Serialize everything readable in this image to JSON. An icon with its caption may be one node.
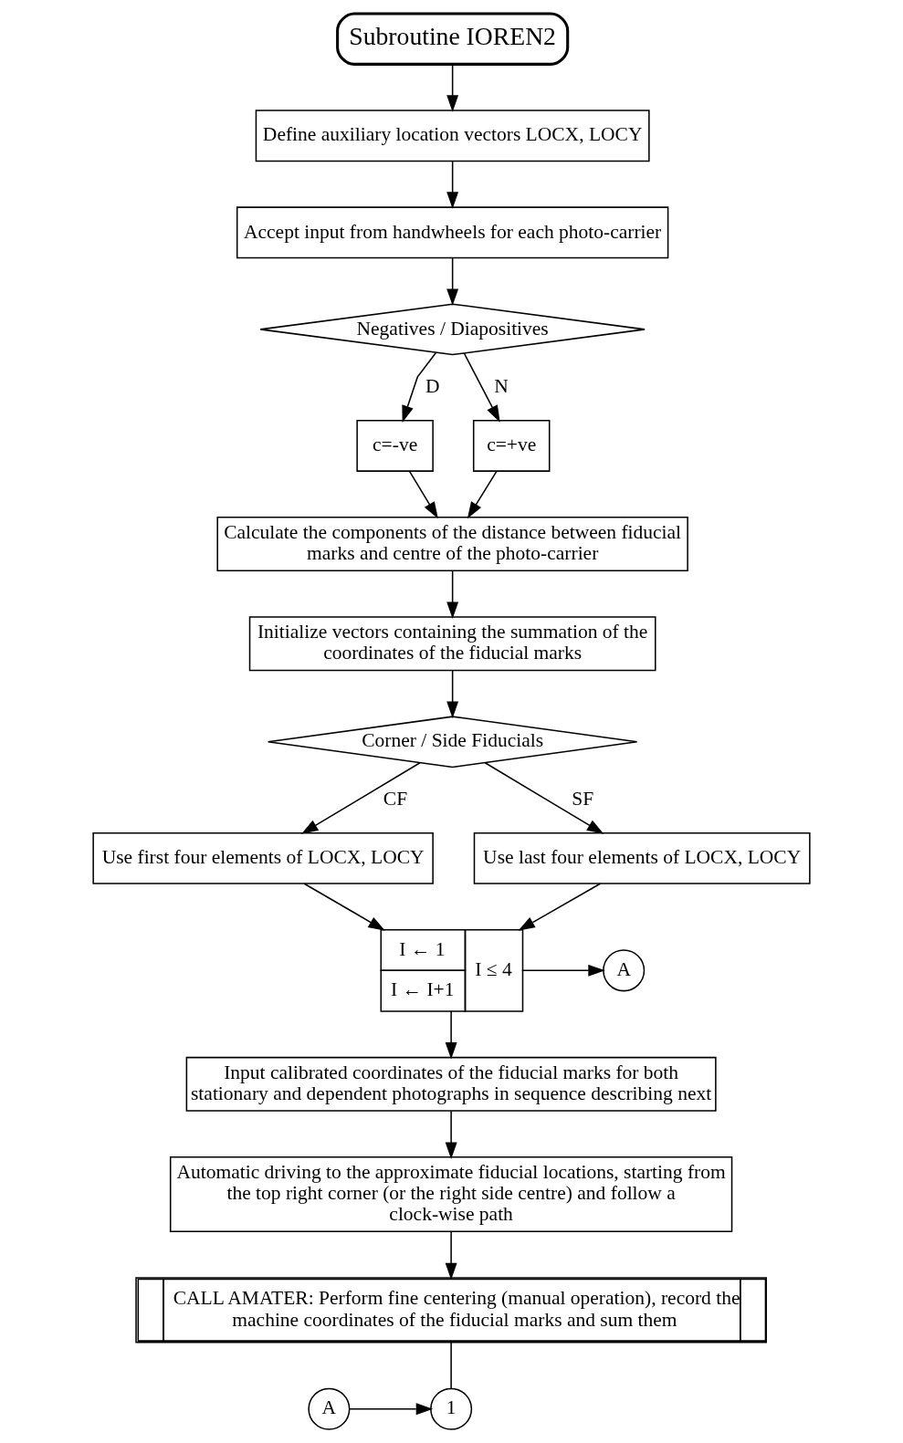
{
  "diagram": {
    "nodes": [
      {
        "text": [
          "Subroutine IOREN2"
        ]
      },
      {
        "text": [
          "Define auxiliary location vectors LOCX, LOCY"
        ]
      },
      {
        "text": [
          "Accept input from handwheels for each photo-carrier"
        ]
      },
      {
        "text": [
          "Negatives / Diapositives"
        ]
      },
      {
        "text": [
          "c=-ve"
        ]
      },
      {
        "text": [
          "c=+ve"
        ]
      },
      {
        "text": [
          "Calculate the components of the distance between fiducial marks and centre of the photo-carrier"
        ]
      },
      {
        "text": [
          "Initialize vectors containing the summation of the coordinates of the fiducial marks"
        ]
      },
      {
        "text": [
          "Corner / Side Fiducials"
        ]
      },
      {
        "text": [
          "Use first four elements of LOCX, LOCY"
        ]
      },
      {
        "text": [
          "Use last four elements of LOCX, LOCY"
        ]
      },
      {
        "text": [
          "I ← 1",
          "I ← I+1",
          "I ≤ 4"
        ]
      },
      {
        "text": [
          "A"
        ]
      },
      {
        "text": [
          "Input calibrated coordinates of the fiducial marks for both stationary and dependent photographs in sequence describing next"
        ]
      },
      {
        "text": [
          "Automatic driving to the approximate fiducial locations, starting from the top right corner (or the right side centre) and follow a clock-wise path"
        ]
      },
      {
        "text": [
          "CALL AMATER: Perform fine centering (manual operation), record the machine coordinates of the fiducial marks and sum them"
        ]
      },
      {
        "text": [
          "A"
        ]
      },
      {
        "text": [
          "1"
        ]
      }
    ],
    "edges": [
      {
        "from": 0,
        "to": 1,
        "arrow": "to"
      },
      {
        "from": 1,
        "to": 2,
        "arrow": "to"
      },
      {
        "from": 2,
        "to": 3,
        "arrow": "to"
      },
      {
        "from": 3,
        "to": 4,
        "arrow": "to",
        "label": "D"
      },
      {
        "from": 3,
        "to": 5,
        "arrow": "to",
        "label": "N"
      },
      {
        "from": 4,
        "to": 6,
        "arrow": "to"
      },
      {
        "from": 5,
        "to": 6,
        "arrow": "to"
      },
      {
        "from": 6,
        "to": 7,
        "arrow": "to"
      },
      {
        "from": 7,
        "to": 8,
        "arrow": "to"
      },
      {
        "from": 8,
        "to": 9,
        "arrow": "to",
        "label": "CF"
      },
      {
        "from": 8,
        "to": 10,
        "arrow": "to",
        "label": "SF"
      },
      {
        "from": 9,
        "to": 11,
        "arrow": "to"
      },
      {
        "from": 10,
        "to": 11,
        "arrow": "to"
      },
      {
        "from": 11,
        "to": 12,
        "arrow": "to"
      },
      {
        "from": 11,
        "to": 13,
        "arrow": "to"
      },
      {
        "from": 13,
        "to": 14,
        "arrow": "to"
      },
      {
        "from": 14,
        "to": 15,
        "arrow": "to"
      },
      {
        "from": 15,
        "to": 17,
        "arrow": "none"
      },
      {
        "from": 16,
        "to": 17,
        "arrow": "to"
      }
    ]
  }
}
